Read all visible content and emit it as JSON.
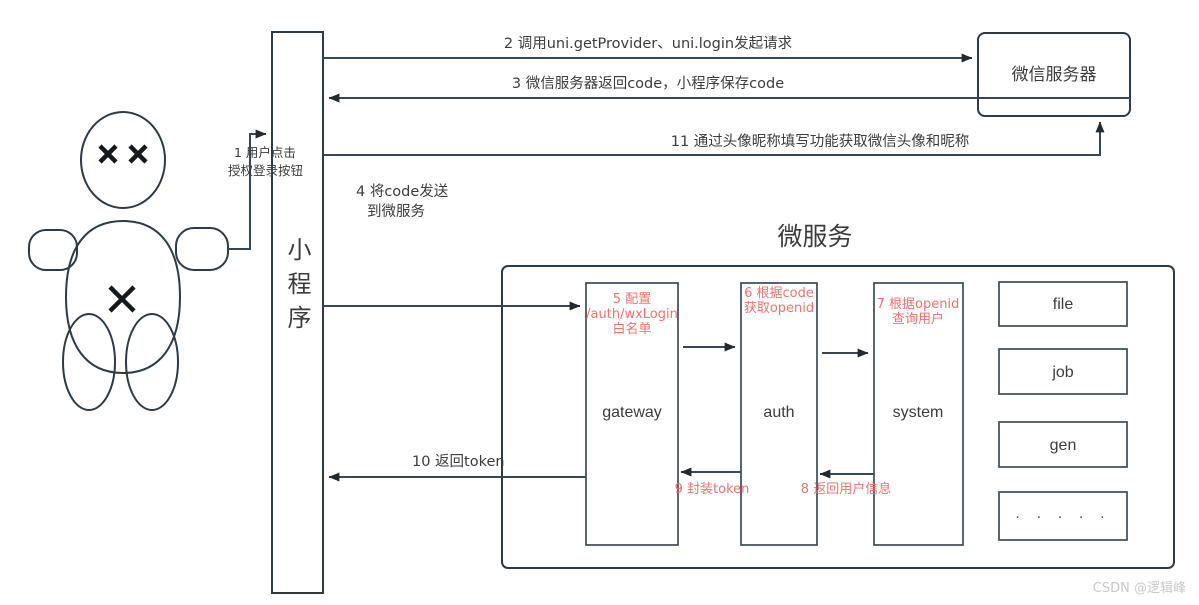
{
  "diagram": {
    "title": "微服务",
    "watermark": "CSDN @逻辑峰"
  },
  "actor": {
    "name": "user-figure",
    "face_marks": "X X",
    "body_mark": "X"
  },
  "nodes": {
    "miniprogram": "小程序",
    "wechat_server": "微信服务器",
    "gateway": "gateway",
    "auth": "auth",
    "system": "system",
    "file": "file",
    "job": "job",
    "gen": "gen",
    "more": "·  ·  ·  ·  ·"
  },
  "steps": {
    "s1_line1": "1 用户点击",
    "s1_line2": "授权登录按钮",
    "s2": "2 调用uni.getProvider、uni.login发起请求",
    "s3": "3 微信服务器返回code，小程序保存code",
    "s4_line1": "4 将code发送",
    "s4_line2": "到微服务",
    "s5_line1": "5 配置",
    "s5_line2": "/auth/wxLogin",
    "s5_line3": "白名单",
    "s6_line1": "6 根据code",
    "s6_line2": "获取openid",
    "s7_line1": "7 根据openid",
    "s7_line2": "查询用户",
    "s8": "8 返回用户信息",
    "s9": "9 封装token",
    "s10": "10 返回token",
    "s11": "11 通过头像昵称填写功能获取微信头像和昵称"
  },
  "colors": {
    "stroke": "#2e3a44",
    "line": "#3b4750",
    "text": "#3c3c3c",
    "red_annotation": "#f4726d",
    "background": "#ffffff",
    "watermark": "#c8c8c8"
  }
}
